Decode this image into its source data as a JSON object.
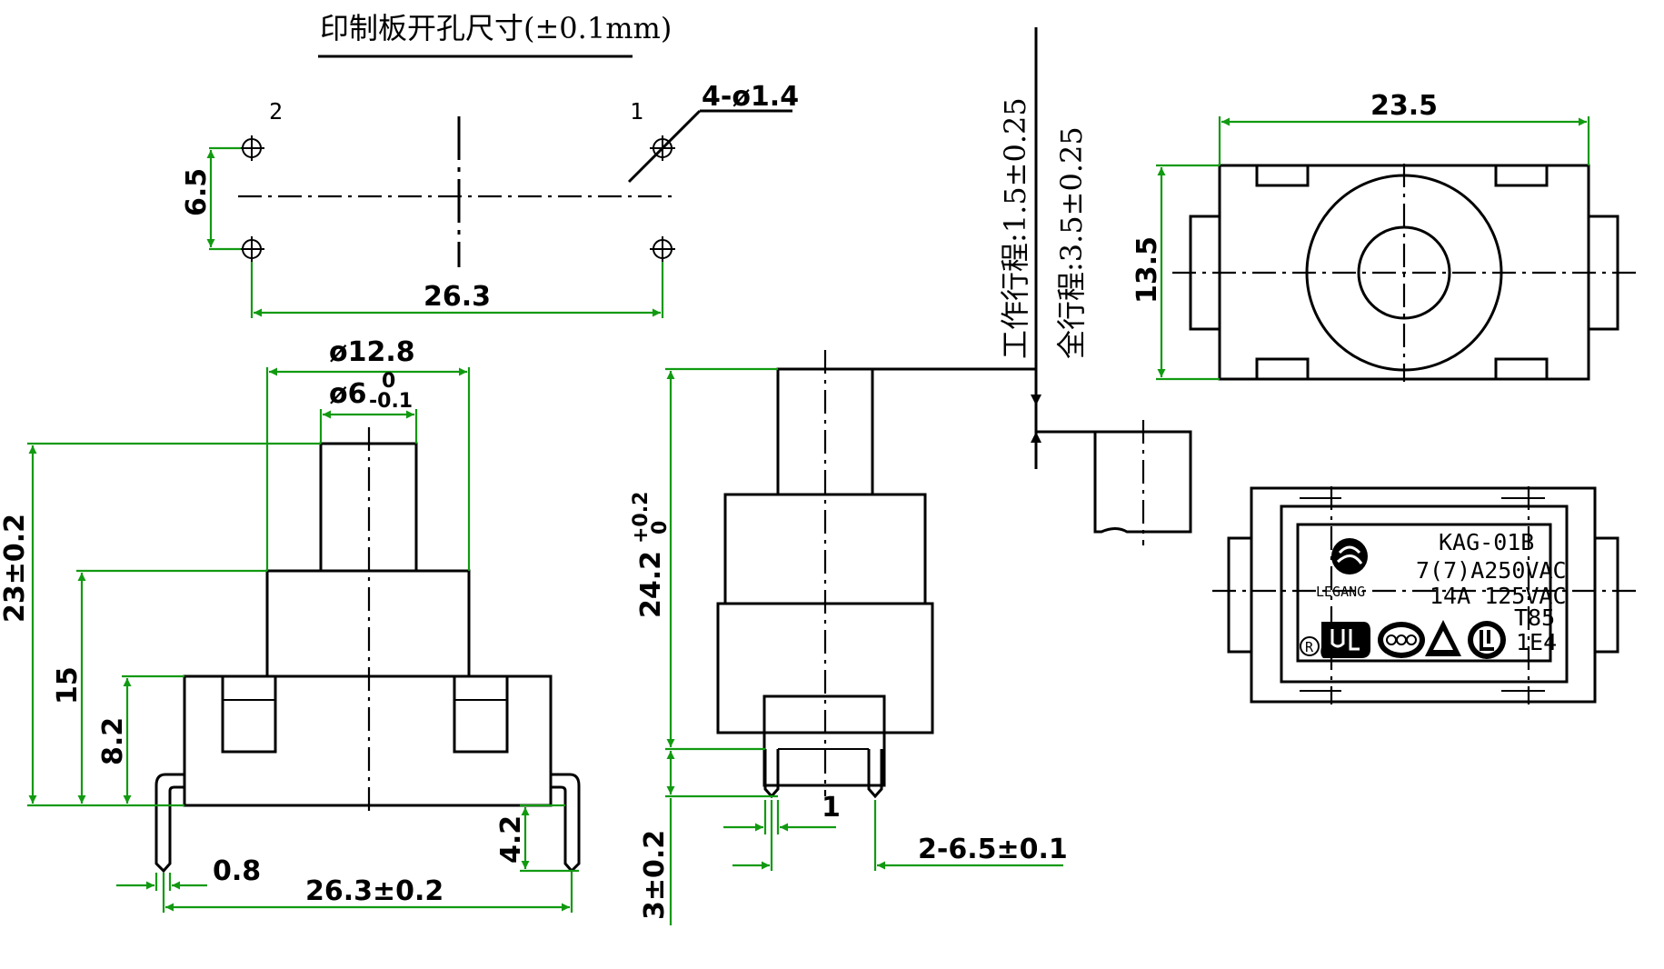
{
  "panel_title": "印制板开孔尺寸(±0.1mm)",
  "pcb": {
    "pin_1": "1",
    "pin_2": "2",
    "hole_spec": "4-ø1.4",
    "row_pitch": "6.5",
    "pin_span": "26.3"
  },
  "front_view": {
    "body_dia": "ø12.8",
    "plunger_dia": "ø6",
    "plunger_tol_upper": "0",
    "plunger_tol_lower": "-0.1",
    "total_height": "23±0.2",
    "step_height": "15",
    "base_height": "8.2",
    "terminal_length": "4.2",
    "terminal_width": "0.8",
    "terminal_span": "26.3±0.2"
  },
  "side_view": {
    "overall_height": "24.2",
    "overall_tol_upper": "+0.2",
    "overall_tol_lower": "0",
    "pin_length": "3±0.2",
    "pin_offset": "1",
    "pin_pitch": "2-6.5±0.1",
    "working_travel": "工作行程:1.5±0.25",
    "full_travel": "全行程:3.5±0.25"
  },
  "top_view": {
    "width": "23.5",
    "height": "13.5"
  },
  "label_view": {
    "brand": "LEGANG",
    "model": "KAG-01B",
    "rating_1": "7(7)A250VAC",
    "rating_2": "14A 125VAC",
    "temp_rating": "T85",
    "endurance": "1E4",
    "registered_mark": "R"
  }
}
